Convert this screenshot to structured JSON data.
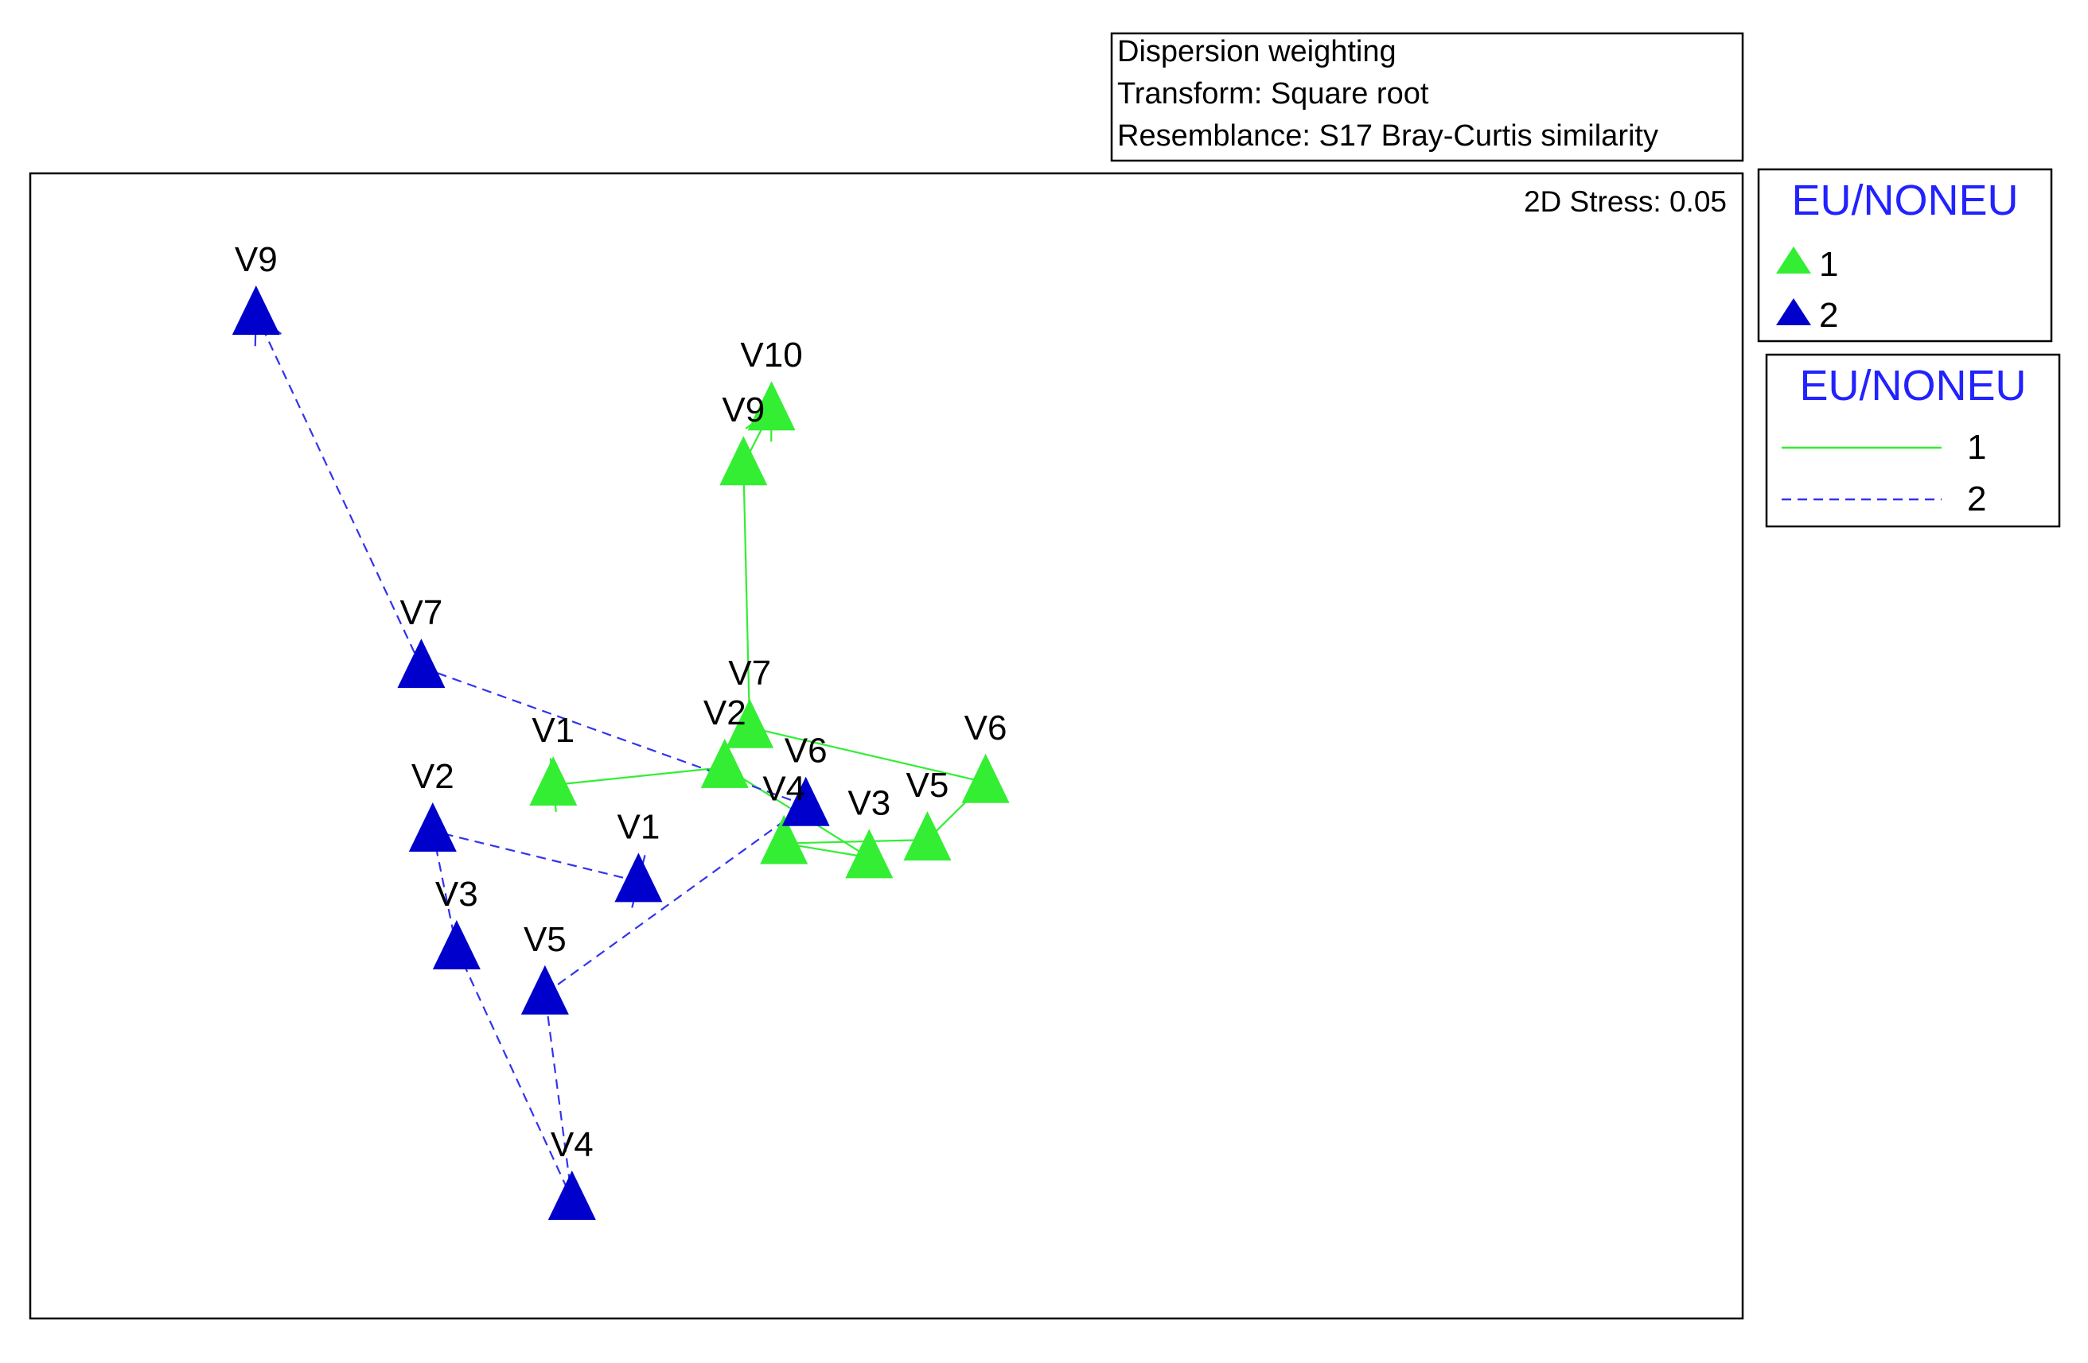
{
  "chart_data": {
    "type": "scatter",
    "info_box": [
      "Dispersion weighting",
      "Transform: Square root",
      "Resemblance: S17 Bray-Curtis similarity"
    ],
    "stress_label": "2D Stress: 0.05",
    "axes_visible": false,
    "grid": false,
    "legend_position": "right",
    "colors": {
      "1": "#33ee33",
      "2": "#0000cc",
      "legend_title": "#2222ff"
    },
    "legends": [
      {
        "title": "EU/NONEU",
        "kind": "marker",
        "entries": [
          {
            "label": "1",
            "group": "1"
          },
          {
            "label": "2",
            "group": "2"
          }
        ]
      },
      {
        "title": "EU/NONEU",
        "kind": "line",
        "entries": [
          {
            "label": "1",
            "group": "1",
            "dash": "solid"
          },
          {
            "label": "2",
            "group": "2",
            "dash": "dashed"
          }
        ]
      }
    ],
    "series": [
      {
        "name": "1",
        "marker": "triangle",
        "line": "solid",
        "points": [
          {
            "label": "V1",
            "x": 0.367,
            "y": 0.468
          },
          {
            "label": "V2",
            "x": 0.532,
            "y": 0.488
          },
          {
            "label": "V3",
            "x": 0.671,
            "y": 0.386
          },
          {
            "label": "V4",
            "x": 0.589,
            "y": 0.402
          },
          {
            "label": "V5",
            "x": 0.727,
            "y": 0.406
          },
          {
            "label": "V6",
            "x": 0.783,
            "y": 0.471
          },
          {
            "label": "V7",
            "x": 0.556,
            "y": 0.533
          },
          {
            "label": "V9",
            "x": 0.55,
            "y": 0.83
          },
          {
            "label": "V10",
            "x": 0.577,
            "y": 0.892
          }
        ]
      },
      {
        "name": "2",
        "marker": "triangle",
        "line": "dashed",
        "points": [
          {
            "label": "V1",
            "x": 0.449,
            "y": 0.359
          },
          {
            "label": "V2",
            "x": 0.251,
            "y": 0.416
          },
          {
            "label": "V3",
            "x": 0.274,
            "y": 0.283
          },
          {
            "label": "V4",
            "x": 0.385,
            "y": 0.0
          },
          {
            "label": "V5",
            "x": 0.359,
            "y": 0.232
          },
          {
            "label": "V6",
            "x": 0.61,
            "y": 0.445
          },
          {
            "label": "V7",
            "x": 0.24,
            "y": 0.601
          },
          {
            "label": "V9",
            "x": 0.081,
            "y": 1.0
          }
        ]
      }
    ]
  }
}
